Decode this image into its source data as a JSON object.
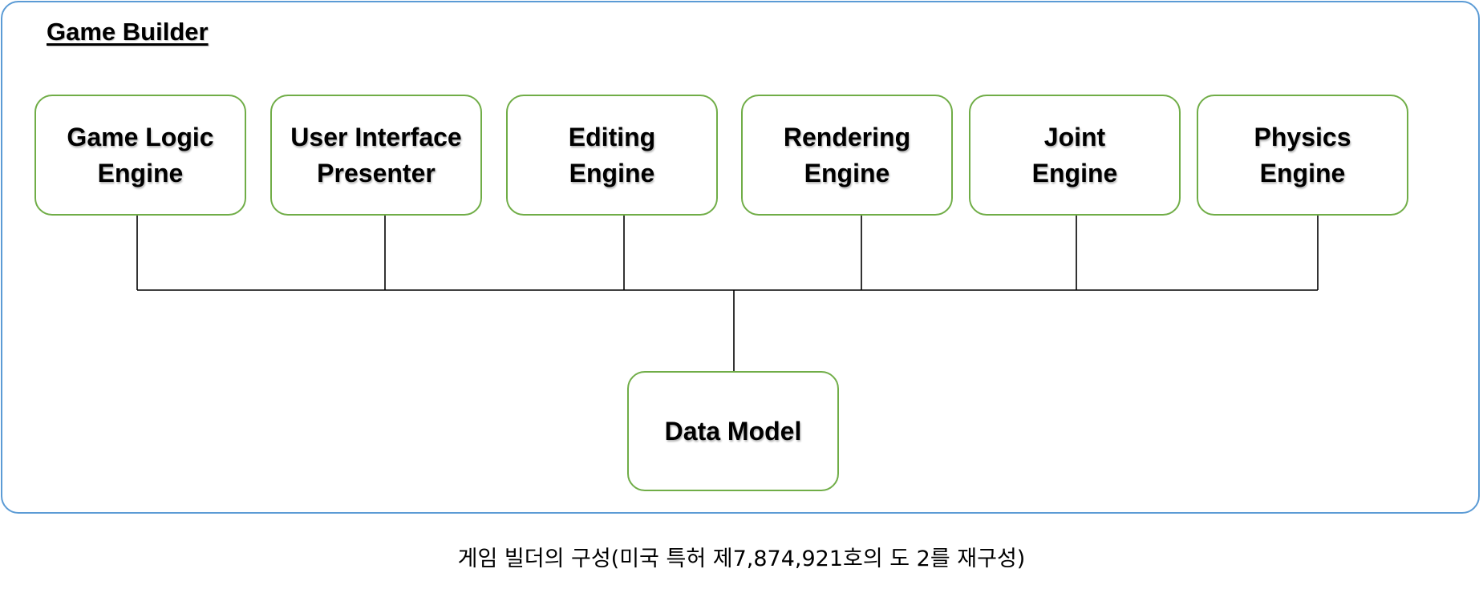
{
  "diagram": {
    "title": "Game Builder",
    "components": [
      {
        "id": "game-logic-engine",
        "label": "Game Logic\nEngine"
      },
      {
        "id": "user-interface-presenter",
        "label": "User Interface\nPresenter"
      },
      {
        "id": "editing-engine",
        "label": "Editing\nEngine"
      },
      {
        "id": "rendering-engine",
        "label": "Rendering\nEngine"
      },
      {
        "id": "joint-engine",
        "label": "Joint\nEngine"
      },
      {
        "id": "physics-engine",
        "label": "Physics\nEngine"
      }
    ],
    "hub": {
      "id": "data-model",
      "label": "Data Model"
    },
    "connections": [
      [
        "game-logic-engine",
        "data-model"
      ],
      [
        "user-interface-presenter",
        "data-model"
      ],
      [
        "editing-engine",
        "data-model"
      ],
      [
        "rendering-engine",
        "data-model"
      ],
      [
        "joint-engine",
        "data-model"
      ],
      [
        "physics-engine",
        "data-model"
      ]
    ],
    "colors": {
      "frame_border": "#5b9bd5",
      "box_border": "#70ad47",
      "connector": "#000000"
    }
  },
  "caption": "게임 빌더의 구성(미국 특허 제7,874,921호의 도 2를 재구성)"
}
